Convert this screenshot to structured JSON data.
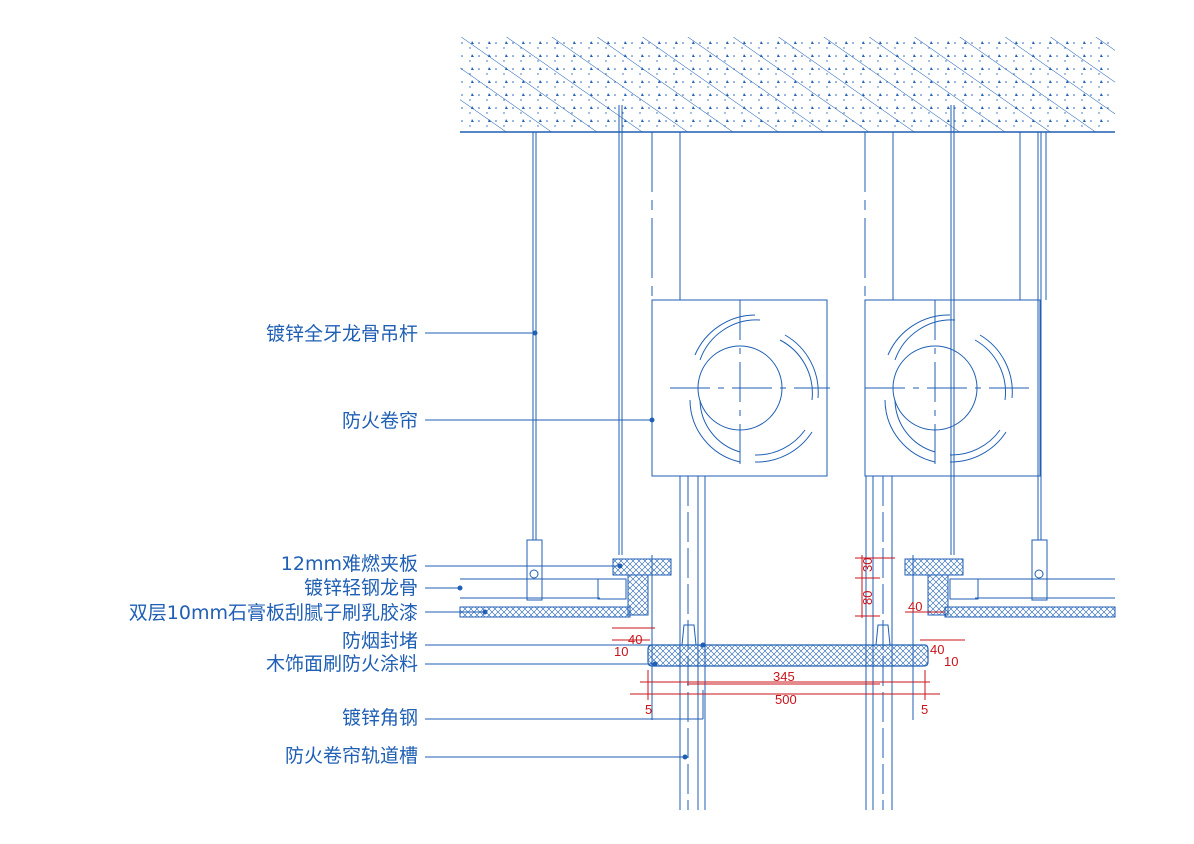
{
  "colors": {
    "line": "#1f5fb4",
    "dimension": "#c8141b",
    "background": "#ffffff"
  },
  "labels": {
    "hanger_rod": "镀锌全牙龙骨吊杆",
    "fire_shutter": "防火卷帘",
    "board_12mm": "12mm难燃夹板",
    "light_steel_keel": "镀锌轻钢龙骨",
    "gypsum_double": "双层10mm石膏板刮腻子刷乳胶漆",
    "smoke_seal": "防烟封堵",
    "wood_finish": "木饰面刷防火涂料",
    "angle_steel": "镀锌角钢",
    "track_groove": "防火卷帘轨道槽"
  },
  "dimensions": {
    "d40_left": "40",
    "d10_left": "10",
    "d30": "30",
    "d80": "80",
    "d40_right": "40",
    "d40_right_low": "40",
    "d10_right": "10",
    "d345": "345",
    "d500": "500",
    "d5_left": "5",
    "d5_right": "5"
  }
}
